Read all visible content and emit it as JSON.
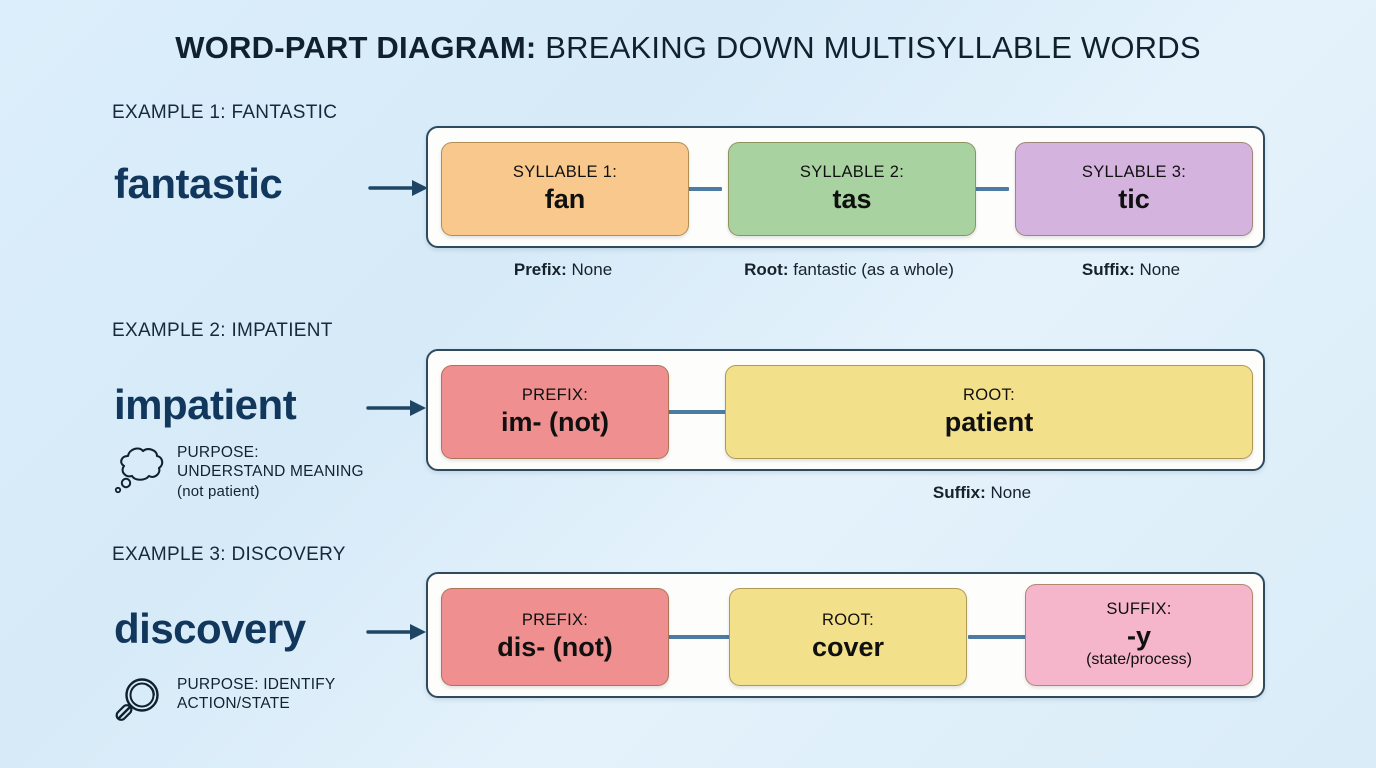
{
  "page": {
    "title_strong": "WORD-PART DIAGRAM:",
    "title_light": "BREAKING DOWN MULTISYLLABLE WORDS",
    "background_color": "#d9ecf8",
    "word_color": "#12375c",
    "frame_border_color": "#2f4a5c",
    "connector_color": "#4c7ba3"
  },
  "examples": [
    {
      "label": "EXAMPLE 1: FANTASTIC",
      "word": "fantastic",
      "arrow_icon": "right-arrow-icon",
      "parts": [
        {
          "kind": "SYLLABLE 1:",
          "value": "fan",
          "note": "",
          "color": "#f8c88d"
        },
        {
          "kind": "SYLLABLE 2:",
          "value": "tas",
          "note": "",
          "color": "#a8d3a0"
        },
        {
          "kind": "SYLLABLE 3:",
          "value": "tic",
          "note": "",
          "color": "#d4b3de"
        }
      ],
      "morphemes": [
        {
          "label": "Prefix:",
          "value": "None"
        },
        {
          "label": "Root:",
          "value": "fantastic (as a whole)"
        },
        {
          "label": "Suffix:",
          "value": "None"
        }
      ],
      "purpose": null
    },
    {
      "label": "EXAMPLE 2: IMPATIENT",
      "word": "impatient",
      "arrow_icon": "right-arrow-icon",
      "parts": [
        {
          "kind": "PREFIX:",
          "value": "im- (not)",
          "note": "",
          "color": "#ef8f8f"
        },
        {
          "kind": "ROOT:",
          "value": "patient",
          "note": "",
          "color": "#f2e08a"
        }
      ],
      "morphemes": [
        {
          "label": "Suffix:",
          "value": "None"
        }
      ],
      "purpose": {
        "icon": "thought-bubble-icon",
        "line1": "PURPOSE:",
        "line2": "UNDERSTAND MEANING",
        "line3": "(not patient)"
      }
    },
    {
      "label": "EXAMPLE 3: DISCOVERY",
      "word": "discovery",
      "arrow_icon": "right-arrow-icon",
      "parts": [
        {
          "kind": "PREFIX:",
          "value": "dis- (not)",
          "note": "",
          "color": "#ef8f8f"
        },
        {
          "kind": "ROOT:",
          "value": "cover",
          "note": "",
          "color": "#f2e08a"
        },
        {
          "kind": "SUFFIX:",
          "value": "-y",
          "note": "(state/process)",
          "color": "#f5b5cb"
        }
      ],
      "morphemes": [],
      "purpose": {
        "icon": "magnifying-glass-icon",
        "line1": "PURPOSE: IDENTIFY",
        "line2": "ACTION/STATE",
        "line3": ""
      }
    }
  ]
}
